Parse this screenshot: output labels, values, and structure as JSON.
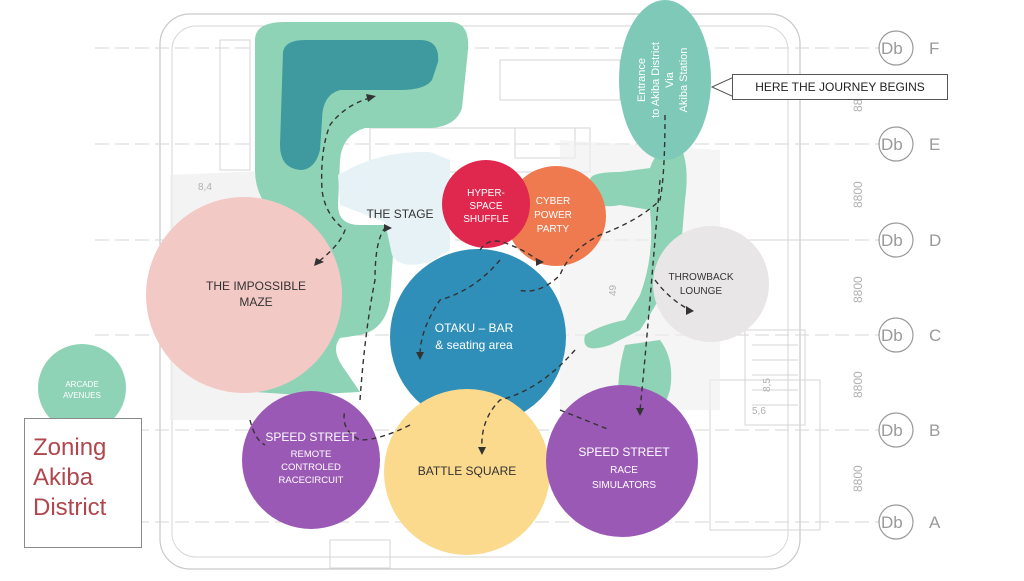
{
  "title": [
    "Zoning",
    "Akiba",
    "District"
  ],
  "callout": "HERE THE JOURNEY BEGINS",
  "entrance": [
    "Entrance",
    "to Akiba District",
    "Via",
    "Akiba Station"
  ],
  "zones": {
    "impossible_maze": [
      "THE IMPOSSIBLE",
      "MAZE"
    ],
    "the_stage": [
      "THE STAGE"
    ],
    "hyperspace": [
      "HYPER-",
      "SPACE",
      "SHUFFLE"
    ],
    "cyber_power": [
      "CYBER",
      "POWER",
      "PARTY"
    ],
    "throwback": [
      "THROWBACK",
      "LOUNGE"
    ],
    "otaku_bar": [
      "OTAKU – BAR",
      "& seating area"
    ],
    "speed_remote": [
      "SPEED STREET",
      "REMOTE",
      "CONTROLED",
      "RACECIRCUIT"
    ],
    "battle_square": [
      "BATTLE SQUARE"
    ],
    "speed_race": [
      "SPEED STREET",
      "RACE",
      "SIMULATORS"
    ],
    "arcade": [
      "ARCADE",
      "AVENUES"
    ]
  },
  "grid": {
    "rows": [
      {
        "tag": "Db",
        "letter": "F"
      },
      {
        "tag": "Db",
        "letter": "E"
      },
      {
        "tag": "Db",
        "letter": "D"
      },
      {
        "tag": "Db",
        "letter": "C"
      },
      {
        "tag": "Db",
        "letter": "B"
      },
      {
        "tag": "Db",
        "letter": "A"
      }
    ],
    "dims": [
      "8800",
      "8800",
      "8800",
      "8800",
      "8800"
    ],
    "minor": [
      "8,4",
      "49",
      "8,5",
      "5,6"
    ]
  },
  "colors": {
    "path_green": "#8fd3b6",
    "dark_teal": "#3e9a9e",
    "maze_pink": "#f3c9c6",
    "stage_blue": "#e6f2f5",
    "hyperspace_red": "#e0274e",
    "cyber_orange": "#f07a4f",
    "throwback_grey": "#e8e6e6",
    "otaku_blue": "#2f8fb8",
    "speed_purple": "#9b59b6",
    "battle_yellow": "#fbd98d",
    "entrance_teal": "#7ec9b8",
    "arcade_green": "#8fd3b6",
    "title_red": "#b0474d"
  }
}
